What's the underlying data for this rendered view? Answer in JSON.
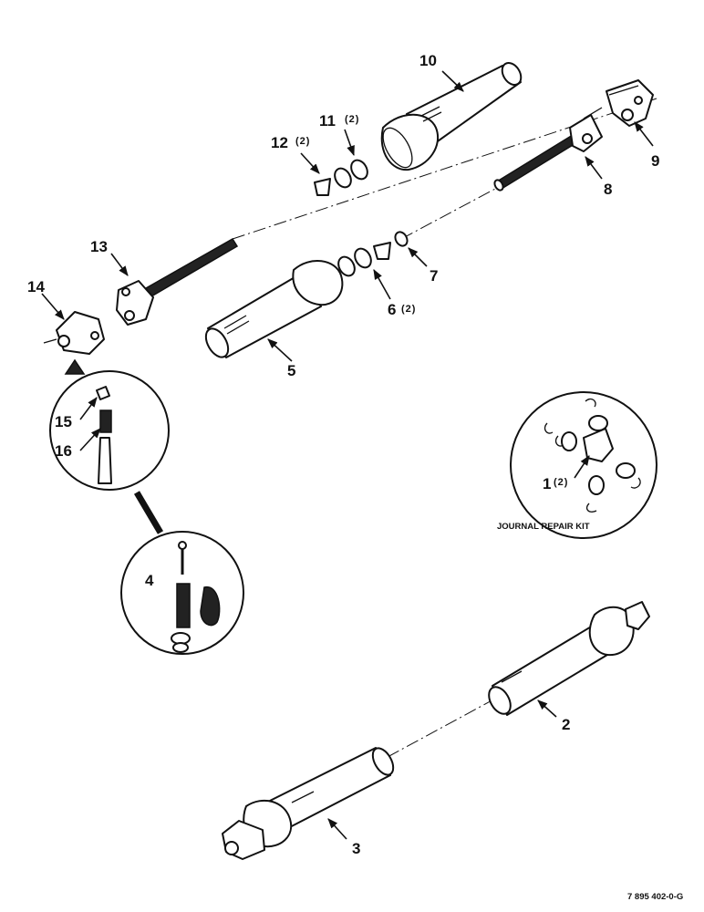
{
  "labels": {
    "p1": "1",
    "p1_qty": "(2)",
    "p2": "2",
    "p3": "3",
    "p4": "4",
    "p5": "5",
    "p6": "6",
    "p6_qty": "(2)",
    "p7": "7",
    "p8": "8",
    "p9": "9",
    "p10": "10",
    "p11": "11",
    "p11_qty": "(2)",
    "p12": "12",
    "p12_qty": "(2)",
    "p13": "13",
    "p14": "14",
    "p15": "15",
    "p16": "16"
  },
  "kit_caption": "JOURNAL REPAIR KIT",
  "drawing_number": "7 895 402-0-G"
}
